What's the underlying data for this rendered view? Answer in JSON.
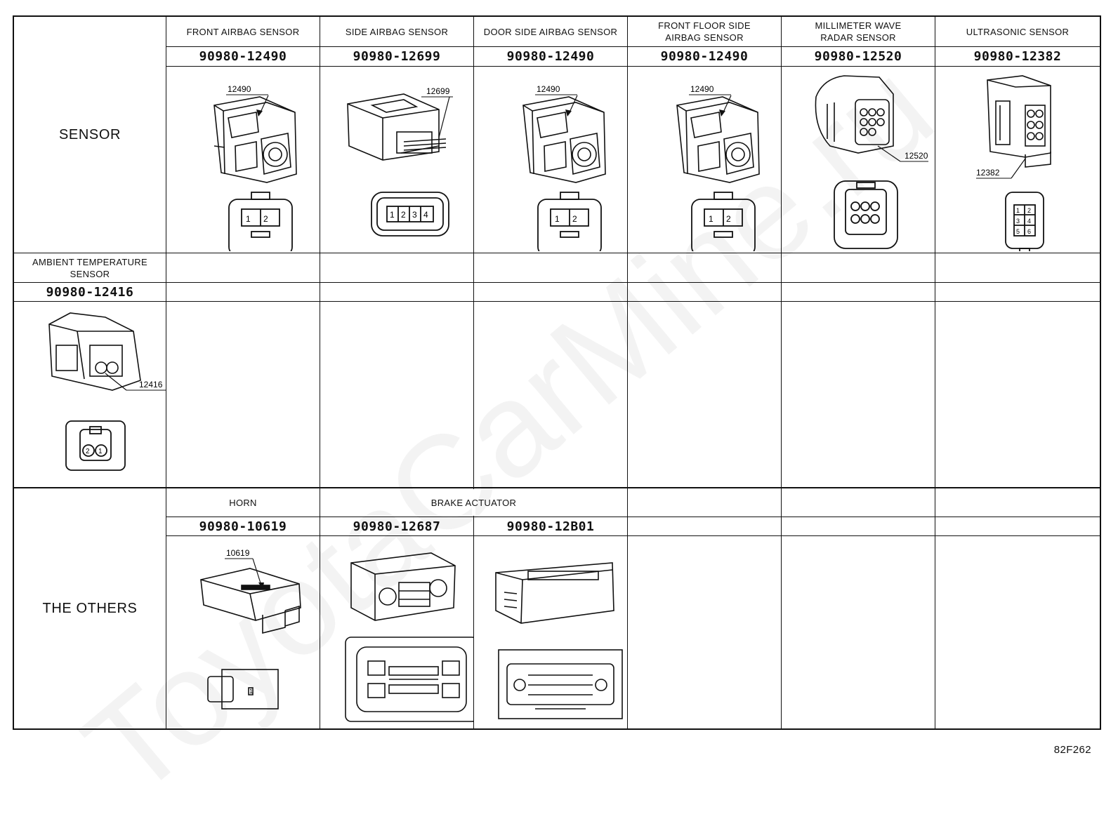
{
  "figure_id": "82F262",
  "watermark": "ToyotaCarMine.ru",
  "sections": {
    "sensor": {
      "label": "SENSOR",
      "columns": [
        {
          "header": "FRONT AIRBAG SENSOR",
          "part_number": "90980-12490",
          "callout": "12490",
          "pins": [
            "1",
            "2"
          ]
        },
        {
          "header": "SIDE AIRBAG SENSOR",
          "part_number": "90980-12699",
          "callout": "12699",
          "pins": [
            "1",
            "2",
            "3",
            "4"
          ]
        },
        {
          "header": "DOOR SIDE AIRBAG SENSOR",
          "part_number": "90980-12490",
          "callout": "12490",
          "pins": [
            "1",
            "2"
          ]
        },
        {
          "header_line1": "FRONT FLOOR SIDE",
          "header_line2": "AIRBAG SENSOR",
          "part_number": "90980-12490",
          "callout": "12490",
          "pins": [
            "1",
            "2"
          ]
        },
        {
          "header_line1": "MILLIMETER WAVE",
          "header_line2": "RADAR SENSOR",
          "part_number": "90980-12520",
          "callout": "12520"
        },
        {
          "header": "ULTRASONIC SENSOR",
          "part_number": "90980-12382",
          "callout": "12382",
          "pins": [
            "1",
            "2",
            "3",
            "4",
            "5",
            "6"
          ]
        }
      ]
    },
    "ambient": {
      "header_line1": "AMBIENT TEMPERATURE",
      "header_line2": "SENSOR",
      "part_number": "90980-12416",
      "callout": "12416",
      "pins": [
        "2",
        "1"
      ]
    },
    "others": {
      "label": "THE OTHERS",
      "columns": [
        {
          "header": "HORN",
          "part_number": "90980-10619",
          "callout": "10619",
          "pins": [
            "1"
          ]
        },
        {
          "header": "BRAKE ACTUATOR",
          "part_number": "90980-12687"
        },
        {
          "part_number": "90980-12B01"
        }
      ]
    }
  }
}
